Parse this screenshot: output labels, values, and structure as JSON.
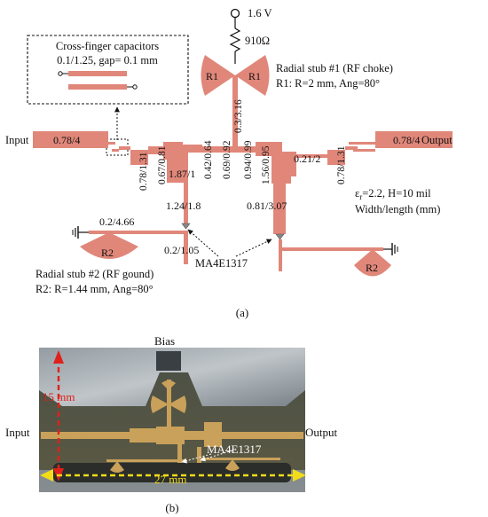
{
  "panel_a": {
    "caption": "(a)",
    "bias_voltage": "1.6 V",
    "resistor": "910Ω",
    "cap_box": {
      "title": "Cross-finger capacitors",
      "spec": "0.1/1.25, gap= 0.1 mm"
    },
    "stub1": {
      "title": "Radial stub #1 (RF choke)",
      "spec": "R1: R=2 mm, Ang=80°",
      "tag": "R1"
    },
    "stub2": {
      "title": "Radial stub #2 (RF gound)",
      "spec": "R2: R=1.44 mm, Ang=80°",
      "tag": "R2"
    },
    "input": "Input",
    "output": "Output",
    "diode": "MA4E1317",
    "substrate": {
      "eps_prefix": "ε",
      "eps_sub": "r",
      "eps_rest": "=2.2, H=10 mil",
      "units": "Width/length (mm)"
    },
    "dims": {
      "in_line": "0.78/4",
      "out_line": "0.78/4",
      "l_078_131_left": "0.78/1.31",
      "l_067_081": "0.67/0.81",
      "l_187_1": "1.87/1",
      "l_042_064": "0.42/0.64",
      "l_069_092": "0.69/0.92",
      "l_03_316": "0.3/3.16",
      "l_156_095": "1.56/0.95",
      "l_094_099": "0.94/0.99",
      "l_021_2": "0.21/2",
      "l_078_131_right": "0.78/1.31",
      "l_124_18": "1.24/1.8",
      "l_081_307": "0.81/3.07",
      "l_02_466": "0.2/4.66",
      "l_02_105": "0.2/1.05"
    }
  },
  "panel_b": {
    "caption": "(b)",
    "bias": "Bias",
    "height": "15 mm",
    "width": "27 mm",
    "input": "Input",
    "output": "Output",
    "diode": "MA4E1317"
  }
}
